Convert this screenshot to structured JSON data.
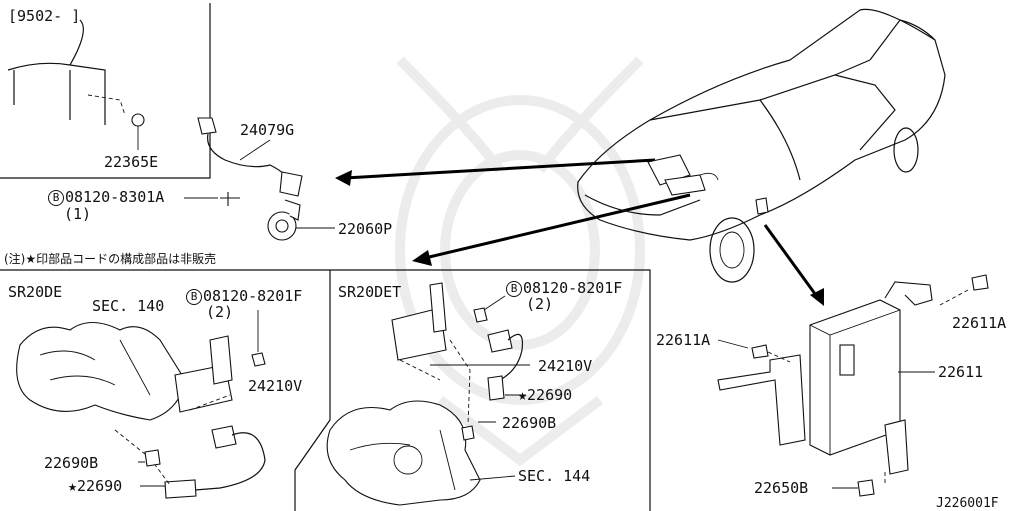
{
  "labels": {
    "date_range": "[9502-    ]",
    "p22365e": "22365E",
    "p24079g": "24079G",
    "bolt_main": "08120-8301A",
    "bolt_main_qty": "(1)",
    "p22060p": "22060P",
    "note": "(注)★印部品コードの構成部品は非販売",
    "sr20de": "SR20DE",
    "sec140": "SEC. 140",
    "bolt_de": "08120-8201F",
    "bolt_de_qty": "(2)",
    "p24210v_de": "24210V",
    "p22690b_de": "22690B",
    "p22690_de": "22690",
    "sr20det": "SR20DET",
    "bolt_det": "08120-8201F",
    "bolt_det_qty": "(2)",
    "p24210v_det": "24210V",
    "p22690_det": "22690",
    "p22690b_det": "22690B",
    "sec144": "SEC. 144",
    "p22611a_left": "22611A",
    "p22611a_right": "22611A",
    "p22611": "22611",
    "p22650b": "22650",
    "p22650b_suffix": "B",
    "diagram_code": "J226001F",
    "b_symbol": "B",
    "star_symbol": "★"
  },
  "colors": {
    "highlight": "#aab4ea",
    "ink": "#111111",
    "watermark": "#ececec"
  }
}
